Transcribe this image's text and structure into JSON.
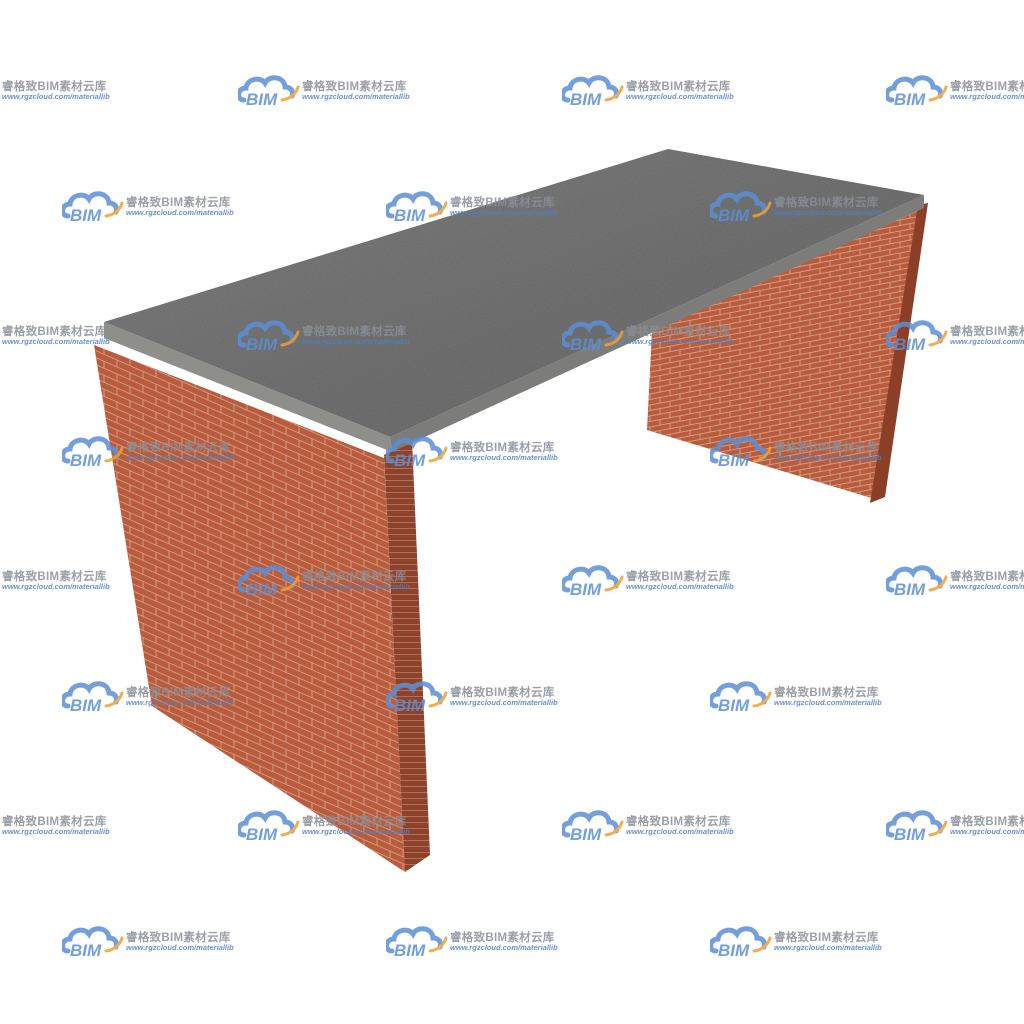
{
  "scene": {
    "subject": "table with brick side panels and concrete top",
    "colors": {
      "background": "#ffffff",
      "top_surface": "#6b6b6b",
      "top_surface_dark": "#5a5a5a",
      "top_edge": "#8a8a88",
      "brick": "#b85c3d",
      "brick_dark": "#9a4a30",
      "brick_side": "#8f4128",
      "mortar": "#d59a82"
    }
  },
  "watermark": {
    "logo_text": "BIM",
    "title": "睿格致BIM素材云库",
    "url": "www.rgzcloud.com/materiallib",
    "colors": {
      "cloud": "#5b8fd6",
      "arc": "#f0a030",
      "title": "#8a8f98",
      "url": "#4f7fc0"
    }
  }
}
